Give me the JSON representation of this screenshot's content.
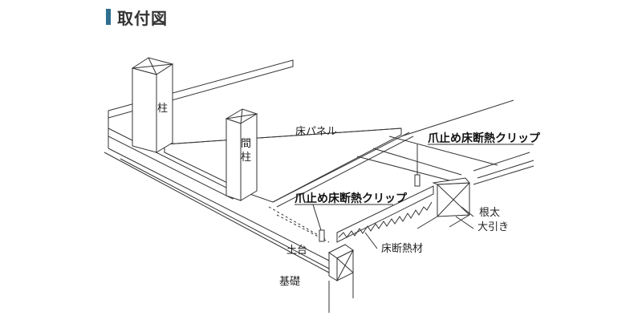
{
  "header": {
    "title": "取付図"
  },
  "labels": {
    "pillar": "柱",
    "stud_1": "間",
    "stud_2": "柱",
    "floor_panel": "床パネル",
    "clip_top": "爪止め床断熱クリップ",
    "clip_mid": "爪止め床断熱クリップ",
    "joist": "根太",
    "beam": "大引き",
    "insulation": "床断熱材",
    "sill": "土台",
    "foundation": "基礎"
  },
  "colors": {
    "accent": "#2f6f8f",
    "line": "#333333",
    "fill": "#ffffff",
    "dash": "#555555"
  }
}
